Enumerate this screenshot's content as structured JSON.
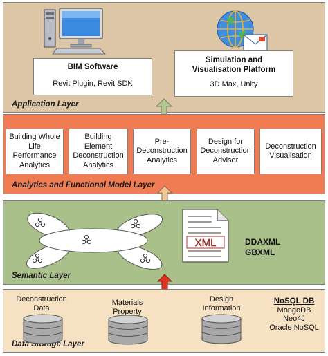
{
  "layers": {
    "application": {
      "title": "Application Layer",
      "bim": {
        "title": "BIM Software",
        "sub": "Revit Plugin, Revit SDK"
      },
      "sim": {
        "title": "Simulation and Visualisation Platform",
        "sub": "3D Max, Unity"
      }
    },
    "analytics": {
      "title": "Analytics and Functional Model Layer",
      "boxes": [
        "Building Whole\nLife\nPerformance\nAnalytics",
        "Building\nElement\nDeconstruction\nAnalytics",
        "Pre-\nDeconstruction\nAnalytics",
        "Design for\nDeconstruction\nAdvisor",
        "Deconstruction\nVisualisation"
      ]
    },
    "semantic": {
      "title": "Semantic Layer",
      "xml_icon_text": "XML",
      "formats": [
        "DDAXML",
        "GBXML"
      ]
    },
    "storage": {
      "title": "Data Storage Layer",
      "databases": [
        "Deconstruction\nData",
        "Materials\nProperty",
        "Design\nInformation"
      ],
      "nosql": {
        "heading": "NoSQL DB",
        "items": [
          "MongoDB",
          "Neo4J",
          "Oracle NoSQL"
        ]
      }
    }
  },
  "colors": {
    "application_bg": "#dcc6a5",
    "analytics_bg": "#ef7c52",
    "semantic_bg": "#a9c08a",
    "storage_bg": "#f6e2c2",
    "arrow_app": "#b5c78a",
    "arrow_analytics": "#f3c596",
    "arrow_semantic": "#e2301e"
  },
  "icons": [
    "computer-icon",
    "globe-envelope-icon",
    "ontology-graph-icon",
    "xml-document-icon",
    "database-icon"
  ]
}
